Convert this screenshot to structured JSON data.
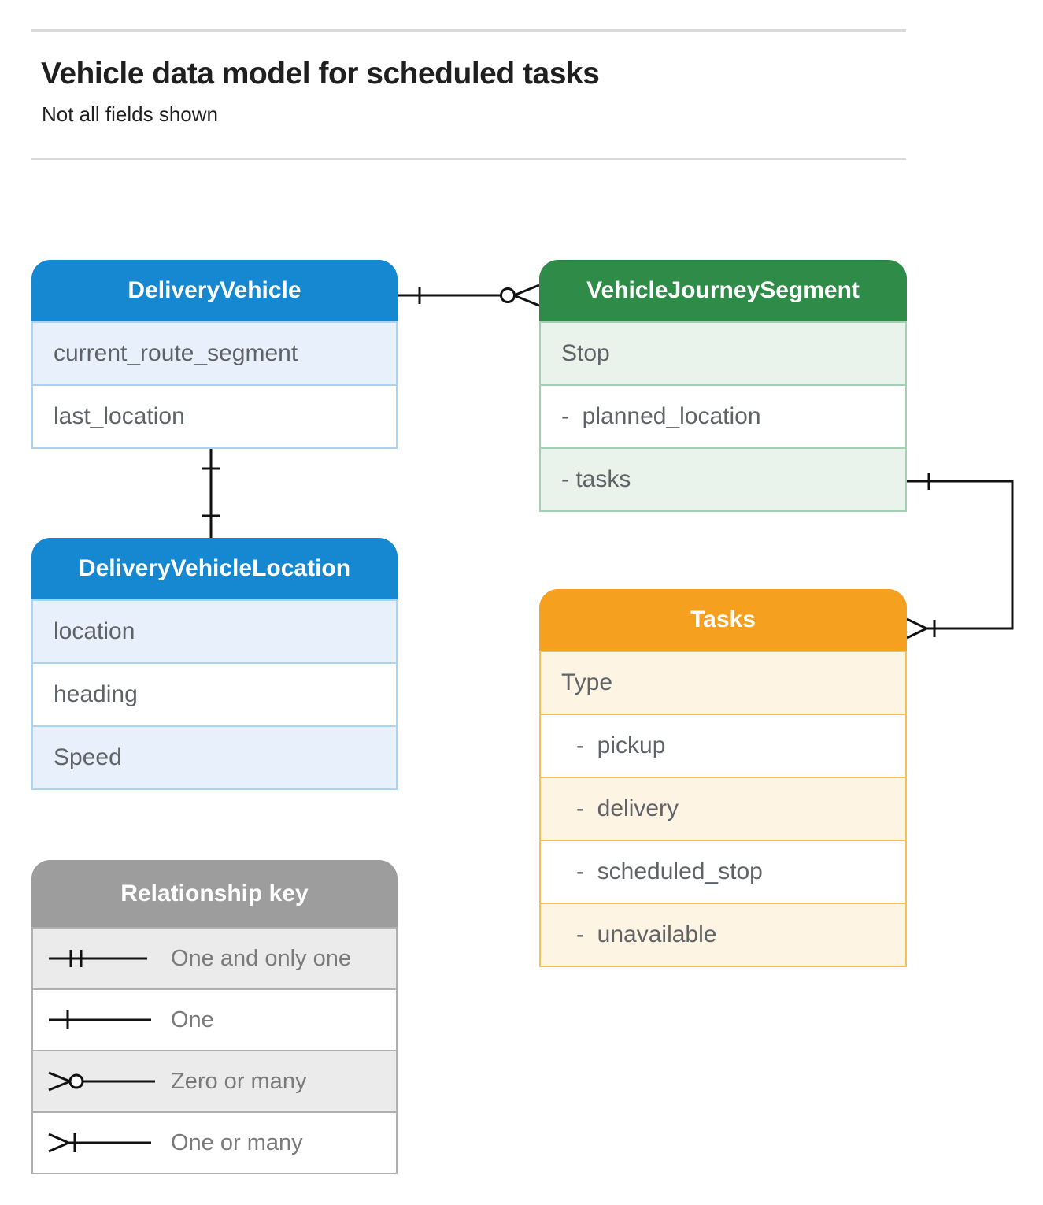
{
  "page": {
    "title": "Vehicle data model for scheduled tasks",
    "subtitle": "Not all fields shown"
  },
  "entities": {
    "delivery_vehicle": {
      "title": "DeliveryVehicle",
      "fields": [
        "current_route_segment",
        "last_location"
      ]
    },
    "vehicle_journey_segment": {
      "title": "VehicleJourneySegment",
      "fields": [
        "Stop",
        "-  planned_location",
        "- tasks"
      ]
    },
    "delivery_vehicle_location": {
      "title": "DeliveryVehicleLocation",
      "fields": [
        "location",
        "heading",
        "Speed"
      ]
    },
    "tasks": {
      "title": "Tasks",
      "fields": [
        "Type",
        "-  pickup",
        "-  delivery",
        "-  scheduled_stop",
        "-  unavailable"
      ]
    }
  },
  "legend": {
    "title": "Relationship key",
    "items": [
      {
        "symbol": "one-and-only-one",
        "label": "One and only one"
      },
      {
        "symbol": "one",
        "label": "One"
      },
      {
        "symbol": "zero-or-many",
        "label": "Zero or many"
      },
      {
        "symbol": "one-or-many",
        "label": "One or many"
      }
    ]
  },
  "relationships": [
    {
      "from": "DeliveryVehicle",
      "from_cardinality": "one",
      "to": "VehicleJourneySegment",
      "to_cardinality": "zero-or-many"
    },
    {
      "from": "DeliveryVehicle",
      "from_cardinality": "one",
      "to": "DeliveryVehicleLocation",
      "to_cardinality": "one"
    },
    {
      "from": "VehicleJourneySegment.tasks",
      "from_cardinality": "one",
      "to": "Tasks",
      "to_cardinality": "one-or-many"
    }
  ],
  "colors": {
    "blue-header": "#1588d1",
    "blue-tint": "#e8f1fb",
    "blue-border": "#aed3f2",
    "green-header": "#2e8b48",
    "green-tint": "#e9f2eb",
    "green-border": "#a6ceb1",
    "orange-header": "#f5a01e",
    "orange-tint": "#fdf4e4",
    "orange-border": "#f2c159",
    "gray-header": "#9d9d9d",
    "gray-tint": "#ebebeb",
    "gray-border": "#b0b0b0",
    "field-text": "#5f6368",
    "legend-text": "#7a7a7a",
    "title-text": "#1f1f1f",
    "rule": "#d9d9d9",
    "line": "#111111"
  }
}
